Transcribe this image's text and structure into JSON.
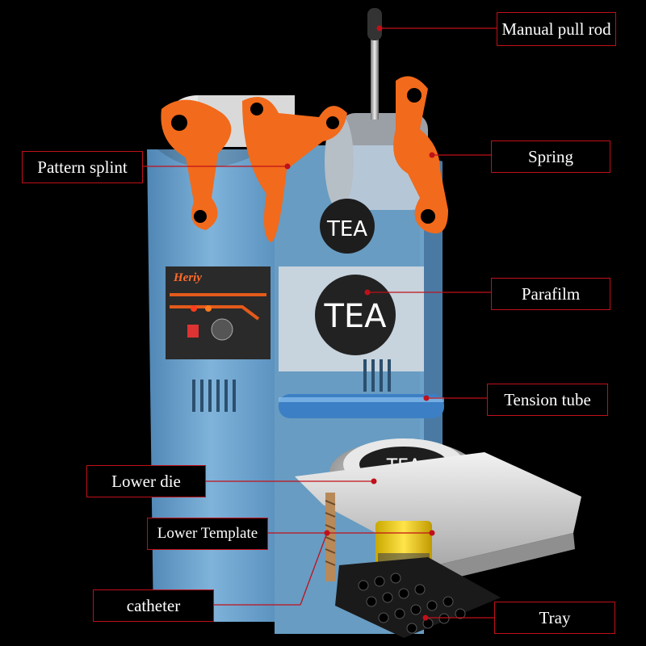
{
  "labels": {
    "manual_pull_rod": "Manual pull rod",
    "pattern_splint": "Pattern splint",
    "spring": "Spring",
    "parafilm": "Parafilm",
    "tension_tube": "Tension tube",
    "lower_die": "Lower die",
    "lower_template": "Lower Template",
    "catheter": "catheter",
    "tray": "Tray"
  },
  "machine": {
    "brand_logo": "Heriy",
    "film_print": "TEA"
  },
  "colors": {
    "label_border": "#c0101a",
    "machine_body": "#6fa6cf",
    "handle_orange": "#f26a1b",
    "control_panel": "#2a2a2a",
    "background": "#000000"
  }
}
